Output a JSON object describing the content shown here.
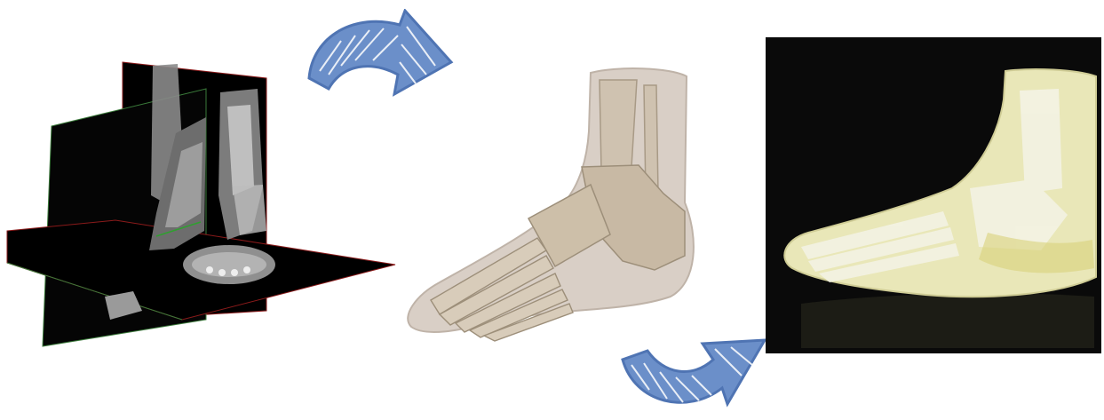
{
  "figure": {
    "panels": [
      {
        "id": "ct-slices",
        "icon": "orthogonal-ct-slices-image"
      },
      {
        "id": "foot-3d-model",
        "icon": "3d-rendered-foot-model-image"
      },
      {
        "id": "printed-foot",
        "icon": "3d-printed-foot-photo"
      }
    ],
    "arrows": [
      {
        "id": "arrow-slices-to-model",
        "icon": "curved-arrow-icon"
      },
      {
        "id": "arrow-model-to-print",
        "icon": "curved-arrow-icon"
      }
    ]
  },
  "colors": {
    "arrow_fill": "#6b8fc9",
    "arrow_hatch": "#ffffff",
    "ct_plane": "#000000",
    "ct_plane_edge_red": "#8a1a1a",
    "ct_plane_edge_green": "#3a7a3a",
    "model_skin": "#d9cfc6",
    "model_bone": "#cfc2b0",
    "photo_background": "#0a0a0a",
    "print_resin": "#e9e7b8"
  }
}
